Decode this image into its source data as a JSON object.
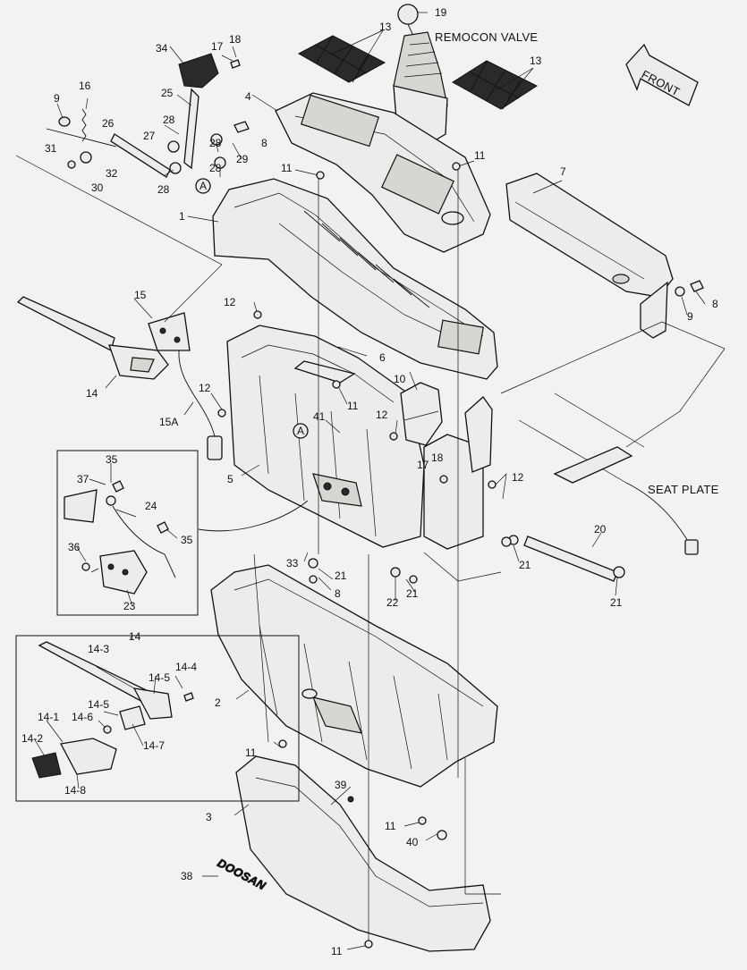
{
  "captions": {
    "remocon_valve": "REMOCON VALVE",
    "front": "FRONT",
    "seat_plate": "SEAT PLATE",
    "brand": "DOOSAN"
  },
  "refs": {
    "r1": "1",
    "r2": "2",
    "r3": "3",
    "r4": "4",
    "r5": "5",
    "r6": "6",
    "r7": "7",
    "r8a": "8",
    "r8b": "8",
    "r8c": "8",
    "r9a": "9",
    "r9b": "9",
    "r10": "10",
    "r11a": "11",
    "r11b": "11",
    "r11c": "11",
    "r11d": "11",
    "r11e": "11",
    "r11f": "11",
    "r12a": "12",
    "r12b": "12",
    "r12c": "12",
    "r12d": "12",
    "r13a": "13",
    "r13b": "13",
    "r14a": "14",
    "r14b": "14",
    "r15": "15",
    "r15a": "15A",
    "r16": "16",
    "r17a": "17",
    "r17b": "17",
    "r18a": "18",
    "r18b": "18",
    "r19": "19",
    "r20": "20",
    "r21a": "21",
    "r21b": "21",
    "r21c": "21",
    "r21d": "21",
    "r22": "22",
    "r23": "23",
    "r24": "24",
    "r25": "25",
    "r26": "26",
    "r27": "27",
    "r28a": "28",
    "r28b": "28",
    "r28c": "28",
    "r29": "29",
    "r30": "30",
    "r31": "31",
    "r32": "32",
    "r33": "33",
    "r34": "34",
    "r35a": "35",
    "r35b": "35",
    "r36": "36",
    "r37": "37",
    "r38": "38",
    "r39": "39",
    "r40": "40",
    "r41": "41",
    "r14_1": "14-1",
    "r14_2": "14-2",
    "r14_3": "14-3",
    "r14_4": "14-4",
    "r14_5a": "14-5",
    "r14_5b": "14-5",
    "r14_6": "14-6",
    "r14_7": "14-7",
    "r14_8": "14-8",
    "circleA1": "A",
    "circleA2": "A"
  }
}
